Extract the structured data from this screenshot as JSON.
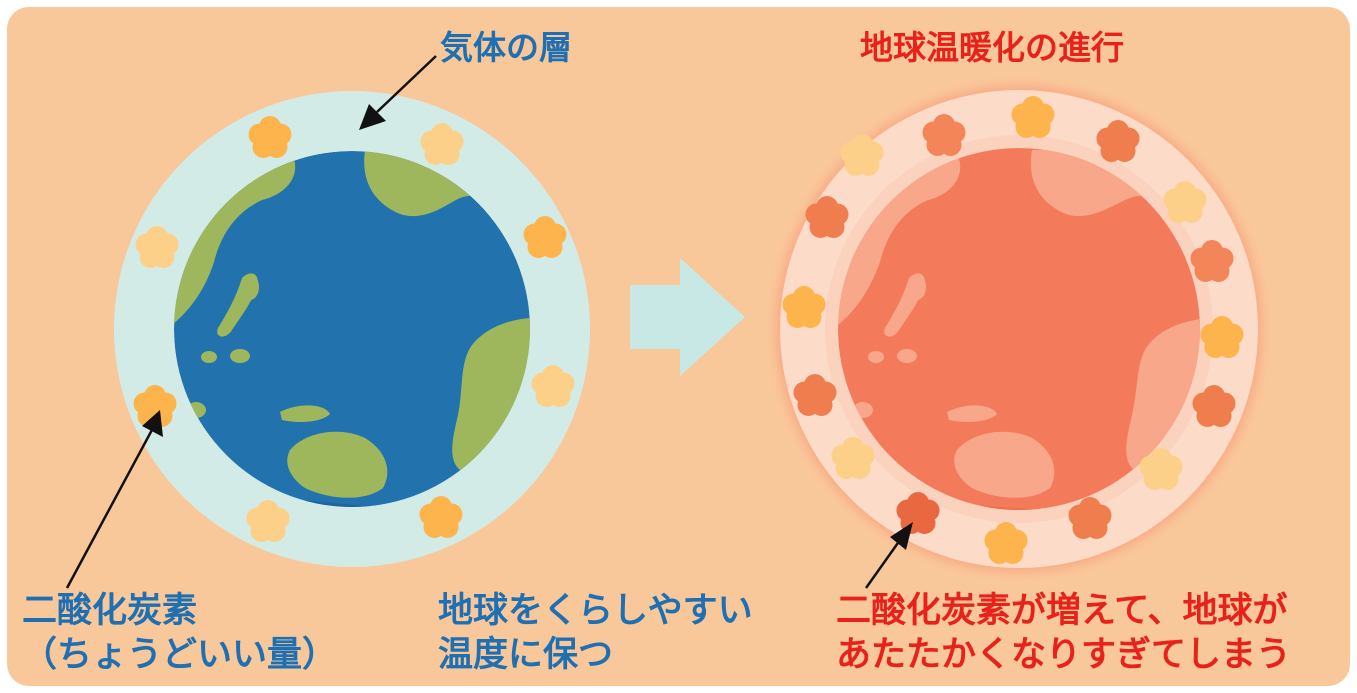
{
  "left_diagram": {
    "layer_label": "気体の層",
    "co2_label_line1": "二酸化炭素",
    "co2_label_line2": "（ちょうどいい量）",
    "caption_line1": "地球をくらしやすい",
    "caption_line2": "温度に保つ"
  },
  "right_diagram": {
    "title": "地球温暖化の進行",
    "caption_line1": "二酸化炭素が増えて、地球が",
    "caption_line2": "あたたかくなりすぎてしまう"
  },
  "colors": {
    "background": "#f9c89a",
    "atmosphere_normal": "#d3ebe6",
    "ocean": "#2272ae",
    "land": "#9eb75d",
    "co2_normal": "#fdb44d",
    "atmosphere_hot": "#fcdcc8",
    "planet_hot": "#f37b5b",
    "land_hot": "#f8a78b",
    "co2_hot": "#f07d4d",
    "arrow": "#c8e8e6",
    "blue_text": "#1f6fb3",
    "red_text": "#e8221b"
  },
  "icons": [
    "pointer-arrow-icon",
    "right-arrow-icon",
    "co2-cloud-icon"
  ]
}
